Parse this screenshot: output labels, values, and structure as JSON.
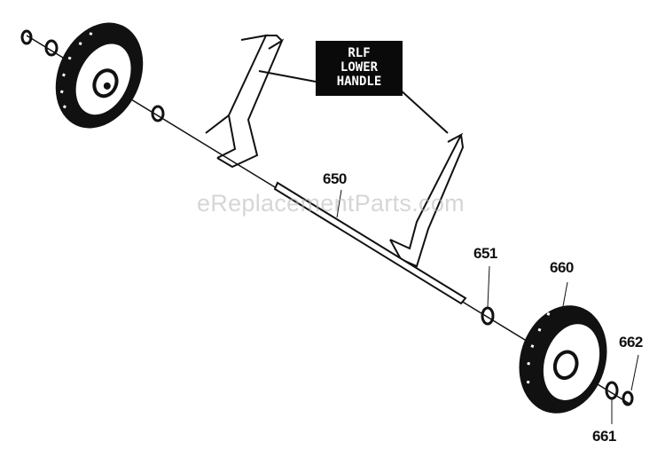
{
  "callout": {
    "line1": "RLF",
    "line2": "LOWER",
    "line3": "HANDLE"
  },
  "watermark": "eReplacementParts.com",
  "parts": {
    "p650": "650",
    "p651": "651",
    "p660": "660",
    "p661": "661",
    "p662": "662"
  }
}
